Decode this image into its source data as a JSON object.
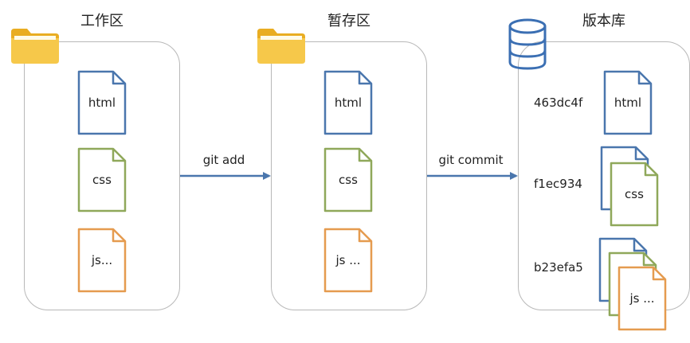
{
  "areas": {
    "workspace": {
      "title": "工作区"
    },
    "staging": {
      "title": "暂存区"
    },
    "repository": {
      "title": "版本库"
    }
  },
  "commands": {
    "add": "git add",
    "commit": "git commit"
  },
  "workspace_files": [
    {
      "label": "html",
      "color": "#4a76ad"
    },
    {
      "label": "css",
      "color": "#8fa85a"
    },
    {
      "label": "js...",
      "color": "#e59b4f"
    }
  ],
  "staging_files": [
    {
      "label": "html",
      "color": "#4a76ad"
    },
    {
      "label": "css",
      "color": "#8fa85a"
    },
    {
      "label": "js ...",
      "color": "#e59b4f"
    }
  ],
  "repository_commits": [
    {
      "hash": "463dc4f",
      "label": "html"
    },
    {
      "hash": "f1ec934",
      "label": "css"
    },
    {
      "hash": "b23efa5",
      "label": "js ..."
    }
  ],
  "colors": {
    "html": "#4a76ad",
    "css": "#8fa85a",
    "js": "#e59b4f",
    "arrow": "#4a76ad",
    "folder": "#f6c23e",
    "database": "#3b6fb3"
  }
}
